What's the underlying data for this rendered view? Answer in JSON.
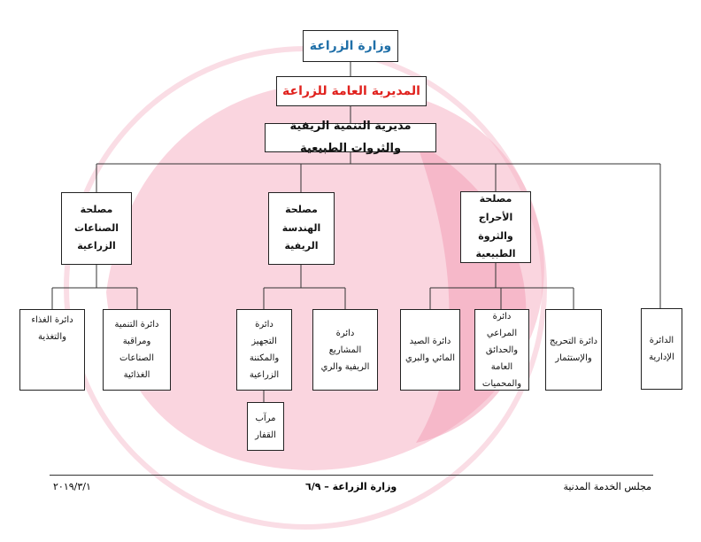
{
  "colors": {
    "ministry": "#1f6fa8",
    "directorate_general": "#e0221e",
    "watermark": "#f4a3b7",
    "text": "#111111"
  },
  "org_chart": {
    "ministry": "وزارة الزراعة",
    "directorate_general": "المديرية العامة للزراعة",
    "directorate": "مديرية التنمية الريفية والثروات الطبيعية",
    "services": {
      "forests": "مصلحة الأحراج\nوالثروة الطبيعية",
      "engineering": "مصلحة الهندسة\nالريفية",
      "industries": "مصلحة\nالصناعات\nالزراعية"
    },
    "departments": {
      "admin": "الدائرة\nالإدارية",
      "afforestation": "دائرة التحريج\nوالإستثمار",
      "pastures": "دائرة المراعي\nوالحدائق\nالعامة\nوالمحميات",
      "fishing": "دائرة الصيد\nالمائي والبري",
      "projects": "دائرة\nالمشاريع\nالريفية والري",
      "equipment": "دائرة\nالتجهيز\nوالمكننة\nالزراعية",
      "food_dev": "دائرة التنمية\nومراقبة\nالصناعات\nالغذائية",
      "food": "دائرة الغذاء\nوالتغذية"
    },
    "hangar": "مرآب\nالقفار"
  },
  "footer": {
    "left": "٢٠١٩/٣/١",
    "center": "وزارة الزراعة – ٦/٩",
    "right": "مجلس الخدمة المدنية"
  }
}
